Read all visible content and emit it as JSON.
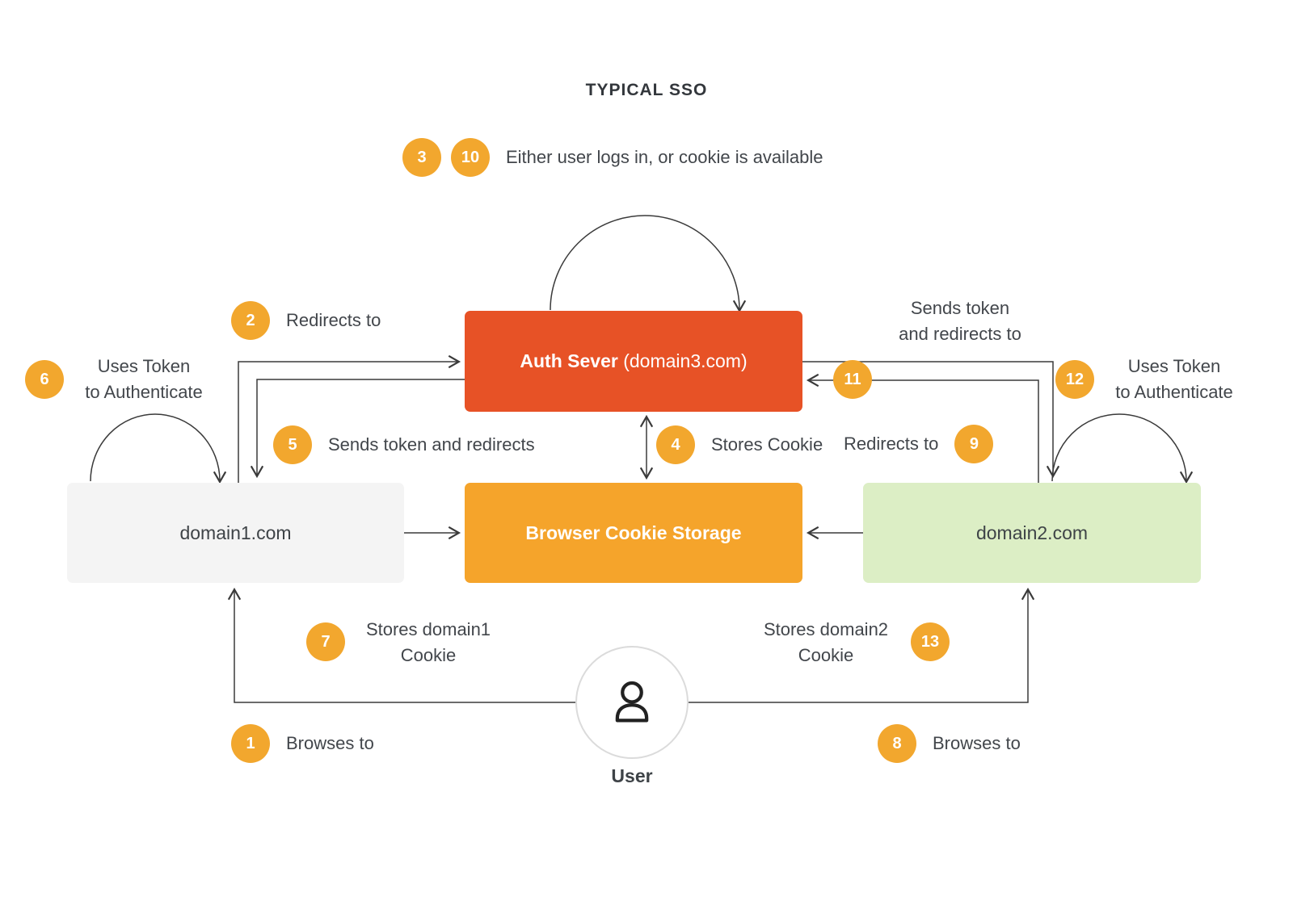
{
  "title": "TYPICAL SSO",
  "nodes": {
    "auth_server": {
      "name": "Auth Sever",
      "domain": " (domain3.com)"
    },
    "browser_cookie_storage": {
      "label": "Browser Cookie Storage"
    },
    "domain1": {
      "label": "domain1.com"
    },
    "domain2": {
      "label": "domain2.com"
    },
    "user": {
      "label": "User"
    }
  },
  "steps": {
    "login_or_cookie": {
      "badge_a": "3",
      "badge_b": "10",
      "text": "Either user logs in, or cookie is available"
    },
    "redirects_to_auth_left": {
      "badge": "2",
      "text": "Redirects to"
    },
    "sends_token_redirects_right": {
      "badge": "11",
      "line1": "Sends token",
      "line2": "and redirects to"
    },
    "uses_token_left": {
      "badge": "6",
      "line1": "Uses Token",
      "line2": "to Authenticate"
    },
    "uses_token_right": {
      "badge": "12",
      "line1": "Uses Token",
      "line2": "to Authenticate"
    },
    "sends_token_redirects_left": {
      "badge": "5",
      "text": "Sends token and redirects"
    },
    "stores_cookie": {
      "badge": "4",
      "text": "Stores Cookie"
    },
    "redirects_to_auth_right": {
      "badge": "9",
      "text": "Redirects to"
    },
    "stores_domain1_cookie": {
      "badge": "7",
      "line1": "Stores domain1",
      "line2": "Cookie"
    },
    "stores_domain2_cookie": {
      "badge": "13",
      "line1": "Stores domain2",
      "line2": "Cookie"
    },
    "browses_to_domain1": {
      "badge": "1",
      "text": "Browses to"
    },
    "browses_to_domain2": {
      "badge": "8",
      "text": "Browses to"
    }
  },
  "colors": {
    "badge": "#F2A72E",
    "auth_box": "#E75226",
    "cookie_box": "#F5A42B",
    "domain1_box": "#F4F4F4",
    "domain2_box": "#DCEEC5",
    "text": "#42464B",
    "arrow": "#3A3A3A"
  }
}
